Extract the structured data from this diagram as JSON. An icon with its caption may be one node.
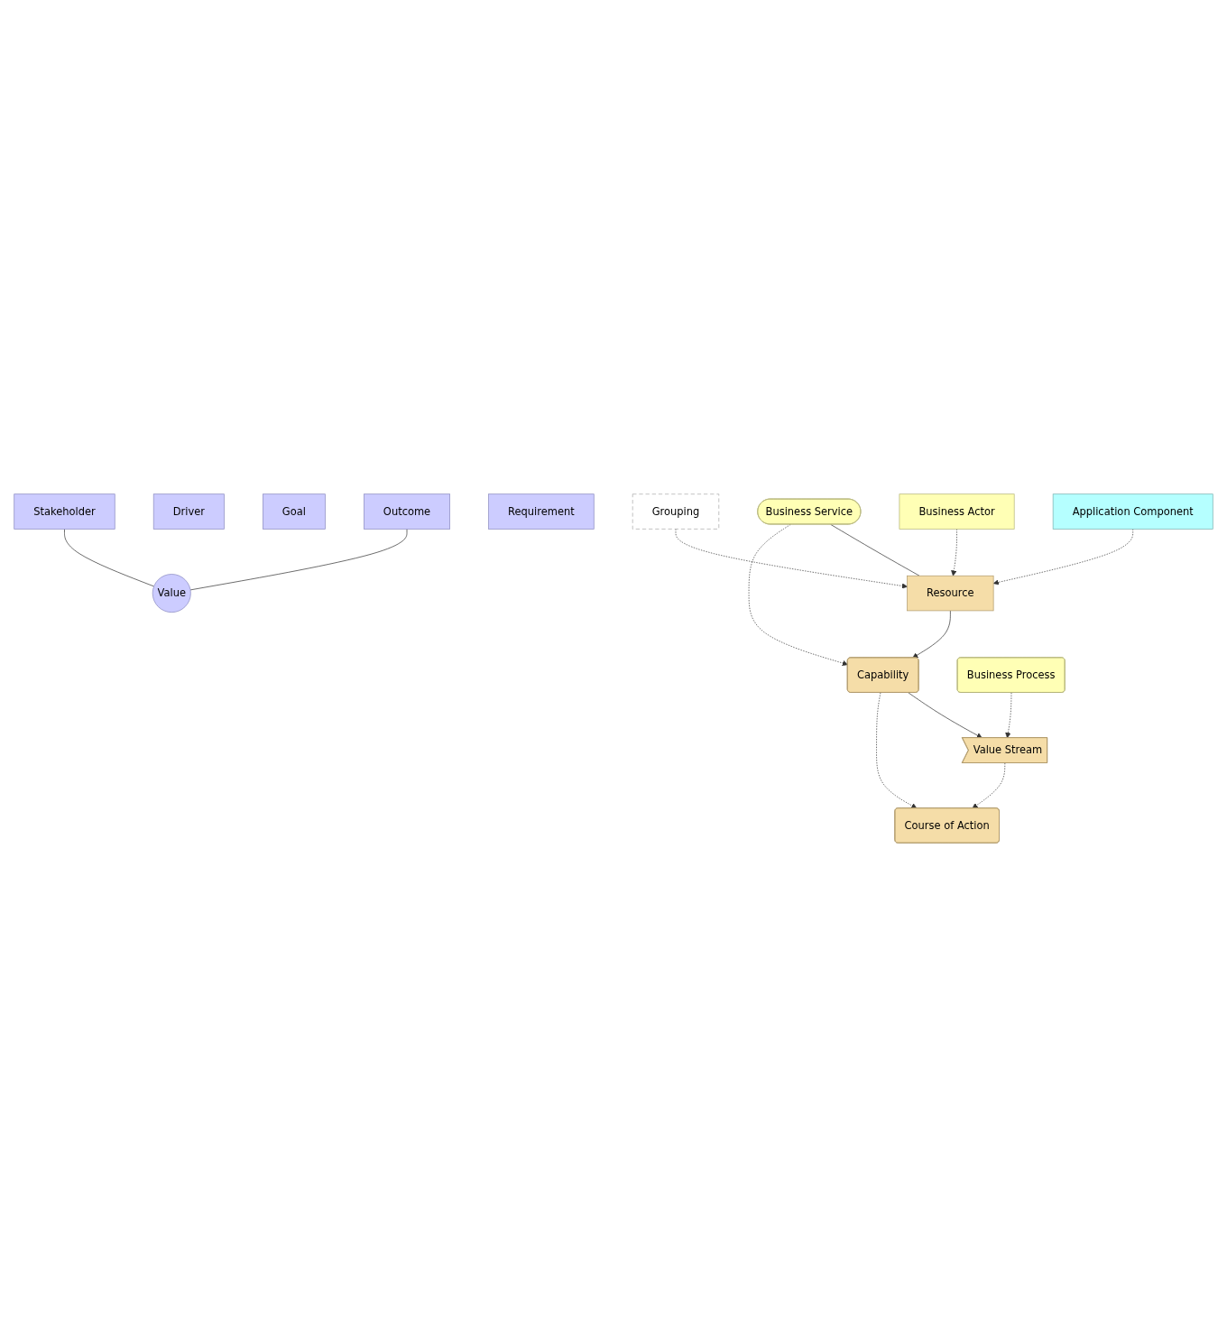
{
  "diagram": {
    "nodes": [
      {
        "text": [
          "Stakeholder"
        ]
      },
      {
        "text": [
          "Driver"
        ]
      },
      {
        "text": [
          "Goal"
        ]
      },
      {
        "text": [
          "Outcome"
        ]
      },
      {
        "text": [
          "Requirement"
        ]
      },
      {
        "text": [
          "Value"
        ]
      },
      {
        "text": [
          "Course of Action"
        ]
      },
      {
        "text": [
          "Capability"
        ]
      },
      {
        "text": [
          "Value Stream"
        ]
      },
      {
        "text": [
          "Resource"
        ]
      },
      {
        "text": [
          "Business Process"
        ]
      },
      {
        "text": [
          "Business Service"
        ]
      },
      {
        "text": [
          "Grouping"
        ]
      },
      {
        "text": [
          "Business Actor"
        ]
      },
      {
        "text": [
          "Application Component"
        ]
      }
    ],
    "edges": [
      {
        "from": 0,
        "to": 5,
        "arrow": "none"
      },
      {
        "from": 3,
        "to": 5,
        "arrow": "none"
      },
      {
        "from": 7,
        "to": 6,
        "arrow": "to",
        "style": "dashed"
      },
      {
        "from": 8,
        "to": 6,
        "arrow": "to",
        "style": "dashed"
      },
      {
        "from": 7,
        "to": 8,
        "arrow": "to"
      },
      {
        "from": 9,
        "to": 7,
        "arrow": "to"
      },
      {
        "from": 10,
        "to": 8,
        "arrow": "to",
        "style": "dashed"
      },
      {
        "from": 11,
        "to": 7,
        "arrow": "to",
        "style": "dashed"
      },
      {
        "from": 11,
        "to": 9,
        "arrow": "none"
      },
      {
        "from": 12,
        "to": 9,
        "arrow": "to",
        "style": "dashed"
      },
      {
        "from": 13,
        "to": 9,
        "arrow": "to",
        "style": "dashed"
      },
      {
        "from": 14,
        "to": 9,
        "arrow": "to",
        "style": "dashed"
      }
    ]
  }
}
